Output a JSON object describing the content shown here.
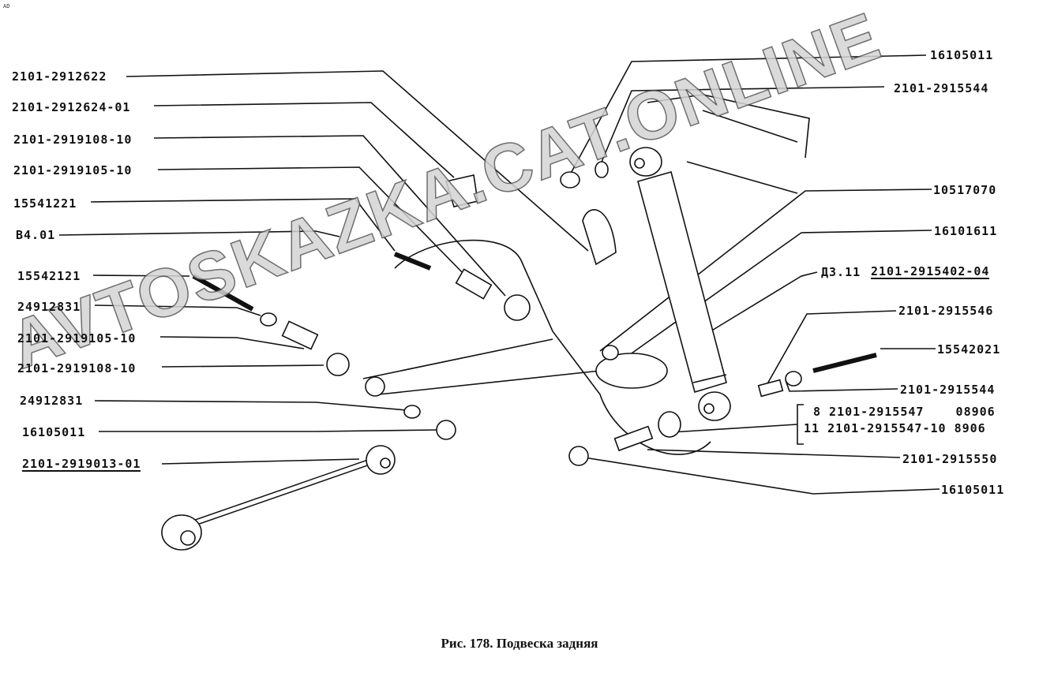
{
  "corner_mark": "AD",
  "watermark": "AVTOSKAZKA.CAT.ONLINE",
  "caption": "Рис. 178. Подвеска задняя",
  "left_labels": [
    "2101-2912622",
    "2101-2912624-01",
    "2101-2919108-10",
    "2101-2919105-10",
    "15541221",
    "B4.01",
    "15542121",
    "24912831",
    "2101-2919105-10",
    "2101-2919108-10",
    "24912831",
    "16105011",
    "2101-2919013-01"
  ],
  "right_labels": {
    "nut_top": "16105011",
    "washer_top": "2101-2915544",
    "r10517070": "10517070",
    "r16101611": "16101611",
    "shock_prefix": "Д3.11",
    "shock": "2101-2915402-04",
    "bushing": "2101-2915546",
    "bolt": "15542021",
    "washer_bottom": "2101-2915544",
    "variant_1": "8 2101-2915547    08906",
    "variant_2": "11 2101-2915547-10 8906",
    "sleeve": "2101-2915550",
    "nut_bottom": "16105011"
  }
}
